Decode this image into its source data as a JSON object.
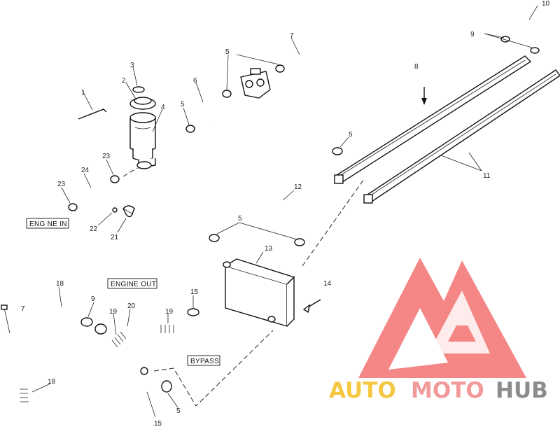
{
  "callouts": {
    "c1": "1",
    "c2": "2",
    "c3": "3",
    "c4": "4",
    "c5a": "5",
    "c5b": "5",
    "c5c": "5",
    "c5d": "5",
    "c5e": "5",
    "c6": "6",
    "c7a": "7",
    "c7b": "7",
    "c8": "8",
    "c9a": "9",
    "c9b": "9",
    "c10": "10",
    "c11": "11",
    "c12": "12",
    "c13": "13",
    "c14": "14",
    "c15a": "15",
    "c15b": "15",
    "c18a": "18",
    "c18b": "18",
    "c19a": "19",
    "c19b": "19",
    "c20": "20",
    "c21": "21",
    "c22": "22",
    "c23a": "23",
    "c23b": "23",
    "c24": "24"
  },
  "tags": {
    "engine_in": "ENG NE IN",
    "engine_out": "ENGINE OUT",
    "bypass": "BYPASS"
  },
  "watermark": {
    "part1": "AUTO",
    "part2": "MOTO",
    "part3": "HUB",
    "colors": {
      "auto": "#f5c842",
      "moto": "#f29a9a",
      "hub": "#8c8c8c",
      "triangle": "#f26e6e"
    }
  }
}
